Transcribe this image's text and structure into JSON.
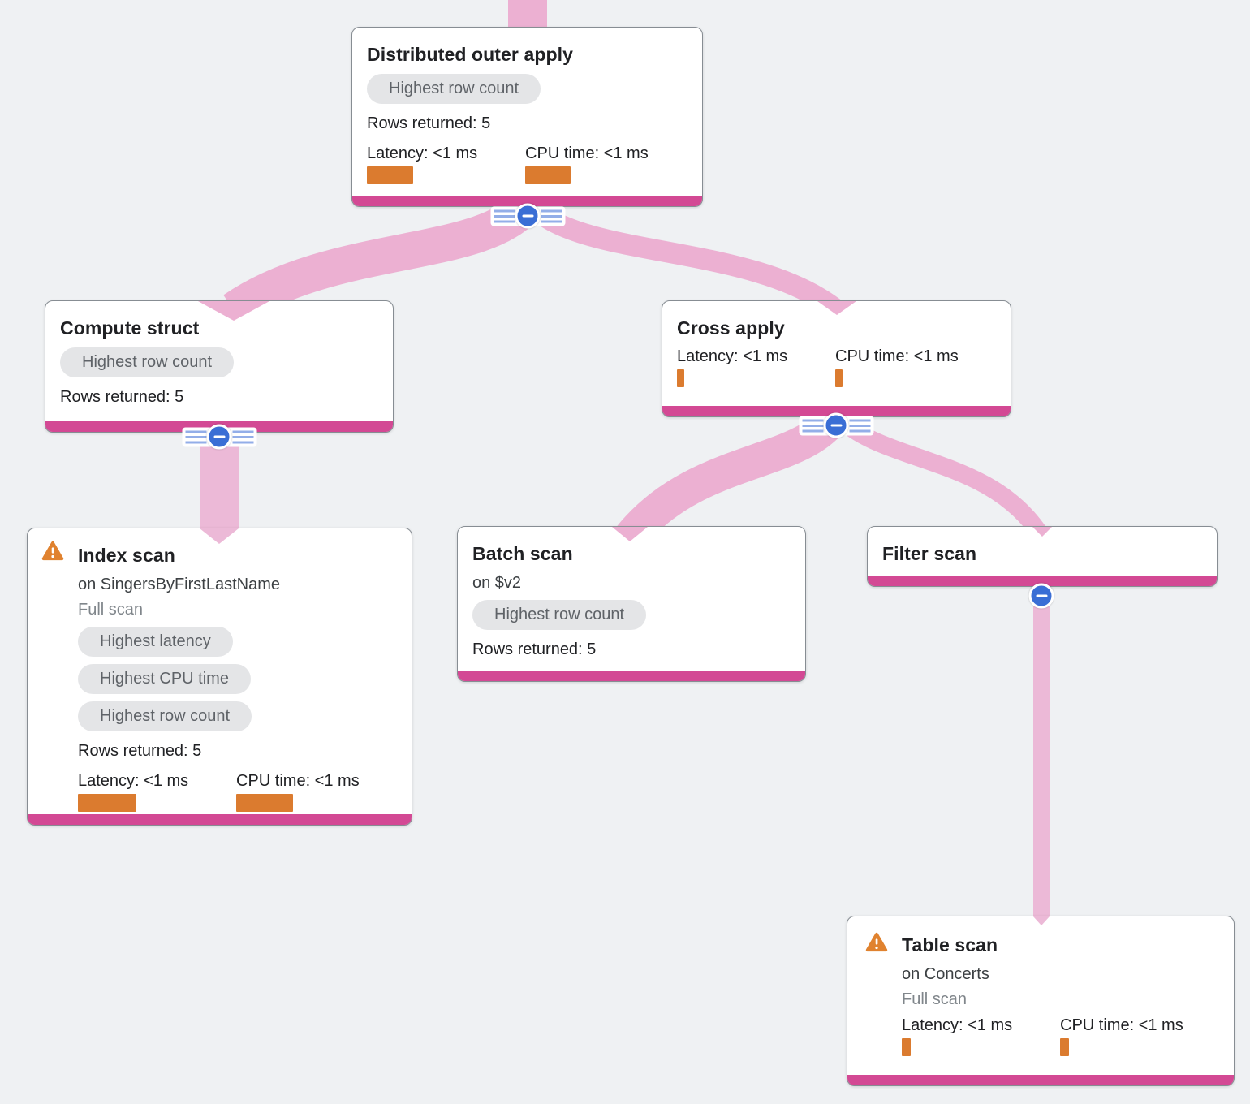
{
  "diagram": {
    "kind": "query-plan-tree",
    "colors": {
      "background": "#eff1f3",
      "edge_pink": "#ecb0d2",
      "node_accent_pink": "#d34994",
      "metric_bar_orange": "#db7b2f",
      "badge_background": "#e4e5e7",
      "collapse_blue": "#3a6ed5",
      "warning_orange": "#e0822f"
    }
  },
  "nodes": {
    "distributed_outer_apply": {
      "title": "Distributed outer apply",
      "badge": "Highest row count",
      "rows_returned": "Rows returned: 5",
      "latency_label": "Latency: <1 ms",
      "cpu_label": "CPU time: <1 ms"
    },
    "compute_struct": {
      "title": "Compute struct",
      "badge": "Highest row count",
      "rows_returned": "Rows returned: 5"
    },
    "cross_apply": {
      "title": "Cross apply",
      "latency_label": "Latency: <1 ms",
      "cpu_label": "CPU time: <1 ms"
    },
    "index_scan": {
      "title": "Index scan",
      "subtitle": "on SingersByFirstLastName",
      "scan_type": "Full scan",
      "badge_latency": "Highest latency",
      "badge_cpu": "Highest CPU time",
      "badge_rows": "Highest row count",
      "rows_returned": "Rows returned: 5",
      "latency_label": "Latency: <1 ms",
      "cpu_label": "CPU time: <1 ms"
    },
    "batch_scan": {
      "title": "Batch scan",
      "subtitle": "on $v2",
      "badge": "Highest row count",
      "rows_returned": "Rows returned: 5"
    },
    "filter_scan": {
      "title": "Filter scan"
    },
    "table_scan": {
      "title": "Table scan",
      "subtitle": "on Concerts",
      "scan_type": "Full scan",
      "latency_label": "Latency: <1 ms",
      "cpu_label": "CPU time: <1 ms"
    }
  }
}
